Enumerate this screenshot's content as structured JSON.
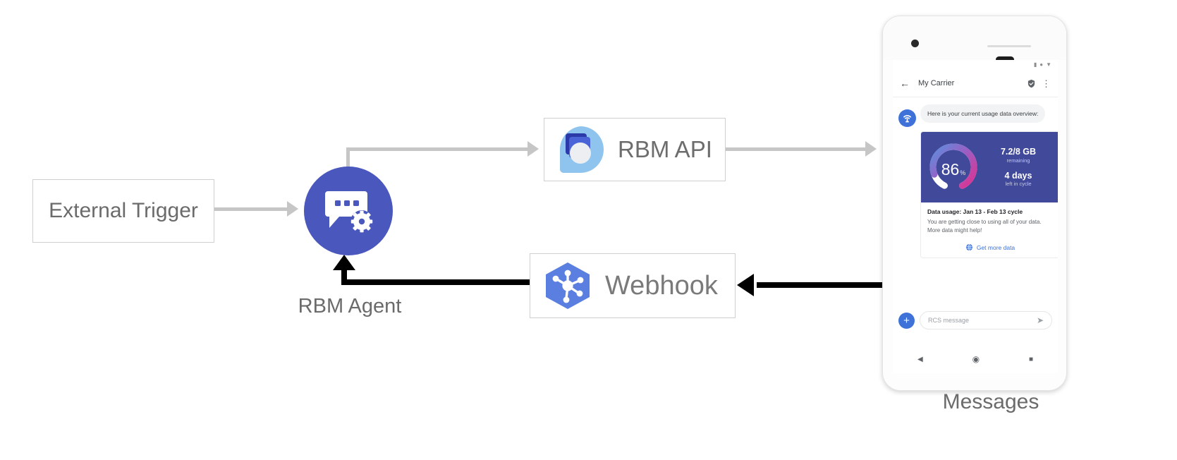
{
  "diagram": {
    "nodes": {
      "external_trigger": "External Trigger",
      "rbm_agent": "RBM Agent",
      "rbm_api": "RBM API",
      "webhook": "Webhook",
      "messages": "Messages"
    },
    "colors": {
      "agent_blue": "#4a58bd",
      "webhook_blue": "#5b7fe0",
      "api_light_blue": "#8fc4ee",
      "arrow_grey": "#c6c6c6",
      "arrow_black": "#000000"
    }
  },
  "phone": {
    "status_bar": {
      "icons": [
        "signal-icon",
        "wifi-icon",
        "battery-icon"
      ]
    },
    "app_bar": {
      "back_icon": "back-arrow-icon",
      "title": "My Carrier",
      "verified_icon": "verified-badge-icon",
      "overflow_icon": "overflow-menu-icon"
    },
    "conversation": {
      "avatar_icon": "carrier-signal-avatar-icon",
      "message_text": "Here is your current usage data overview:",
      "card": {
        "gauge": {
          "value": "86",
          "unit": "%",
          "percent": 86,
          "track_color": "#ffffff",
          "gradient_from": "#5b8ede",
          "gradient_mid": "#9a5fc4",
          "gradient_to": "#e0308e"
        },
        "media_bg": "#41499a",
        "stats": [
          {
            "main": "7.2/8 GB",
            "sub": "remaining"
          },
          {
            "main": "4 days",
            "sub": "left in cycle"
          }
        ],
        "title": "Data usage: Jan 13 - Feb 13 cycle",
        "description_line_1": "You are getting close to using all of your data.",
        "description_line_2": "More data might help!",
        "action": {
          "icon": "globe-icon",
          "label": "Get more data",
          "color": "#3f72d8"
        }
      }
    },
    "composer": {
      "plus_label": "+",
      "placeholder": "RCS message",
      "send_icon": "send-icon"
    },
    "nav_bar": {
      "back": "back-triangle-icon",
      "home": "home-circle-icon",
      "recents": "recents-square-icon"
    }
  }
}
